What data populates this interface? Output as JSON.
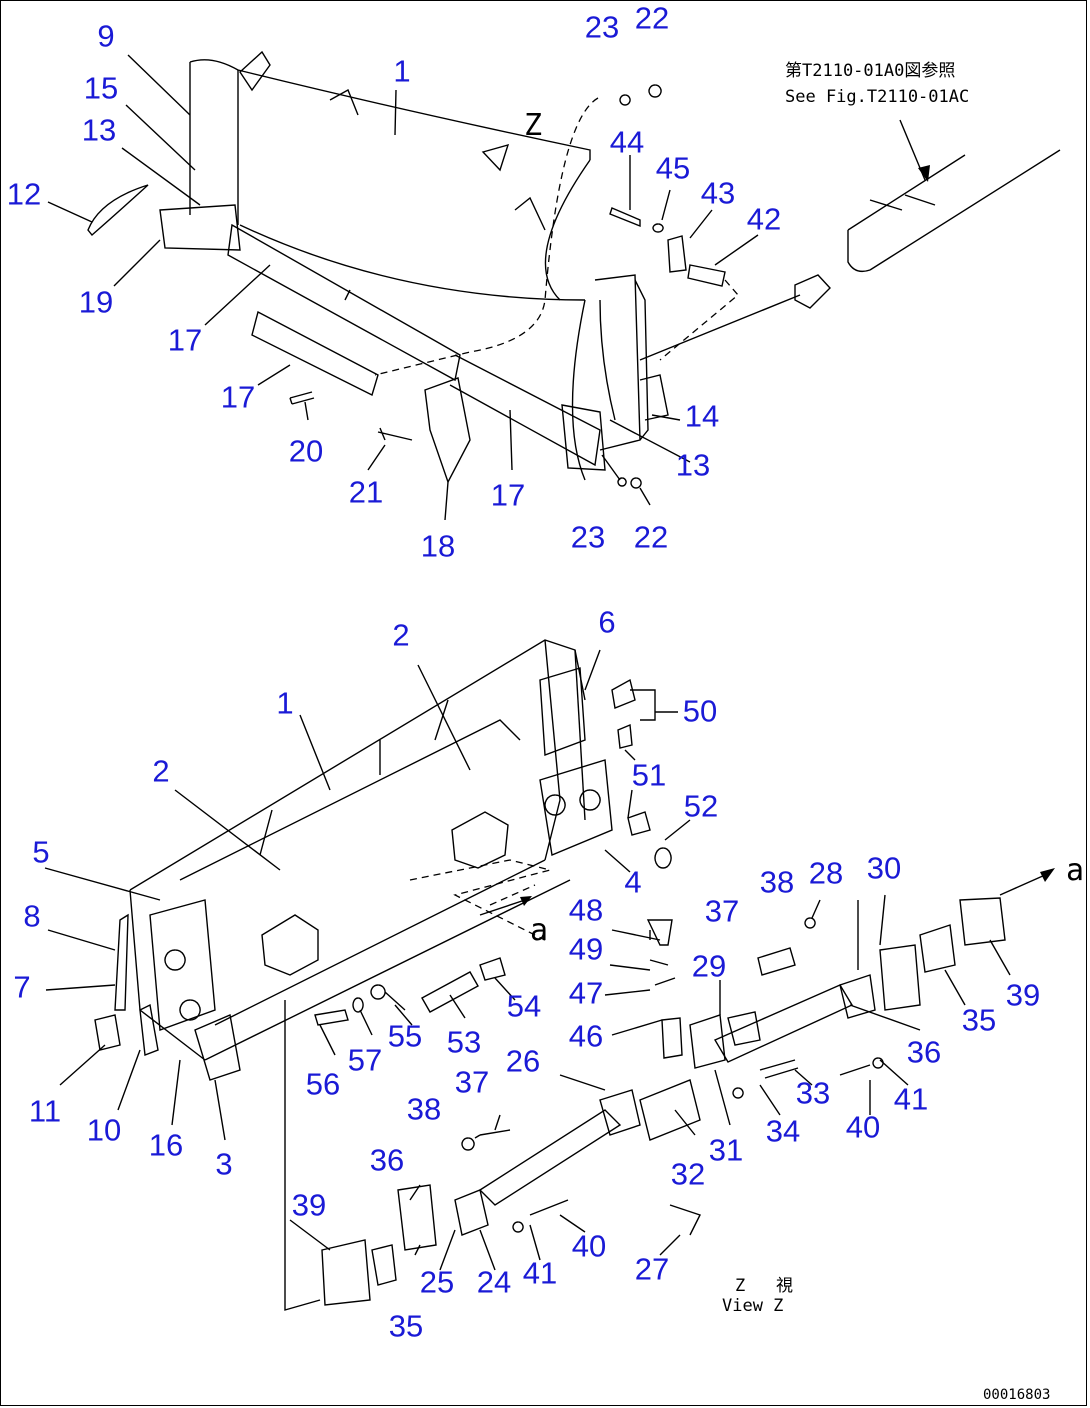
{
  "callouts": [
    {
      "label": "9"
    },
    {
      "label": "15"
    },
    {
      "label": "13"
    },
    {
      "label": "12"
    },
    {
      "label": "19"
    },
    {
      "label": "17"
    },
    {
      "label": "17"
    },
    {
      "label": "1"
    },
    {
      "label": "20"
    },
    {
      "label": "21"
    },
    {
      "label": "18"
    },
    {
      "label": "17"
    },
    {
      "label": "23"
    },
    {
      "label": "22"
    },
    {
      "label": "44"
    },
    {
      "label": "45"
    },
    {
      "label": "43"
    },
    {
      "label": "42"
    },
    {
      "label": "14"
    },
    {
      "label": "13"
    },
    {
      "label": "23"
    },
    {
      "label": "22"
    },
    {
      "label": "2"
    },
    {
      "label": "6"
    },
    {
      "label": "1"
    },
    {
      "label": "50"
    },
    {
      "label": "2"
    },
    {
      "label": "51"
    },
    {
      "label": "52"
    },
    {
      "label": "5"
    },
    {
      "label": "4"
    },
    {
      "label": "8"
    },
    {
      "label": "48"
    },
    {
      "label": "38"
    },
    {
      "label": "28"
    },
    {
      "label": "30"
    },
    {
      "label": "7"
    },
    {
      "label": "37"
    },
    {
      "label": "49"
    },
    {
      "label": "29"
    },
    {
      "label": "47"
    },
    {
      "label": "54"
    },
    {
      "label": "39"
    },
    {
      "label": "35"
    },
    {
      "label": "36"
    },
    {
      "label": "55"
    },
    {
      "label": "57"
    },
    {
      "label": "53"
    },
    {
      "label": "46"
    },
    {
      "label": "11"
    },
    {
      "label": "10"
    },
    {
      "label": "56"
    },
    {
      "label": "26"
    },
    {
      "label": "33"
    },
    {
      "label": "41"
    },
    {
      "label": "16"
    },
    {
      "label": "3"
    },
    {
      "label": "37"
    },
    {
      "label": "38"
    },
    {
      "label": "34"
    },
    {
      "label": "40"
    },
    {
      "label": "31"
    },
    {
      "label": "32"
    },
    {
      "label": "36"
    },
    {
      "label": "39"
    },
    {
      "label": "40"
    },
    {
      "label": "25"
    },
    {
      "label": "24"
    },
    {
      "label": "41"
    },
    {
      "label": "27"
    },
    {
      "label": "35"
    }
  ],
  "notes": {
    "fig_ref_jp": "第T2110-01A0図参照",
    "fig_ref_en": "See Fig.T2110-01AC",
    "view_jp": "Z   視",
    "view_en": "View Z",
    "letter_z": "Z",
    "letter_a1": "a",
    "letter_a2": "a",
    "doc_code": "00016803"
  },
  "colors": {
    "callout": "#1a1ad6",
    "line": "#000000",
    "background": "#ffffff"
  }
}
